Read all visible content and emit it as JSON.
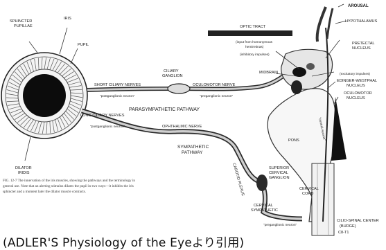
{
  "labels": {
    "sphincter_1": "SPHINCTER",
    "sphincter_2": "PUPILLAE",
    "iris": "IRIS",
    "pupil": "PUPIL",
    "dilator_1": "DILATOR",
    "dilator_2": "IRIDIS",
    "ciliary_1": "CILIARY",
    "ciliary_2": "GANGLION",
    "short_ciliary": "SHORT CILIARY NERVES",
    "oculomotor_nerve": "OCULOMOTOR NERVE",
    "postganglionic_1": "\"postganglionic neuron\"",
    "preganglionic_1": "\"preganglionic neuron\"",
    "parasympathetic": "PARASYMPATHETIC PATHWAY",
    "long_ciliary": "LONG CILIARY NERVES",
    "postganglionic_2": "\"postganglionic neuron\"",
    "ophthalmic": "OPHTHALMIC NERVE",
    "sympathetic_1": "SYMPATHETIC",
    "sympathetic_2": "PATHWAY",
    "carotid": "CAROTID PLEXUS",
    "superior_1": "SUPERIOR",
    "superior_2": "CERVICAL",
    "superior_3": "GANGLION",
    "cervical_sym_1": "CERVICAL",
    "cervical_sym_2": "SYMPATHETIC",
    "preganglionic_2": "\"preganglionic neuron\"",
    "cervical_cord_1": "CERVICAL",
    "cervical_cord_2": "CORD",
    "ciliospinal": "CILIO-SPINAL CENTER",
    "budge": "(BUDGE)",
    "c8t1": "C8-T1",
    "optic_tract": "OPTIC TRACT",
    "input_1": "(input from homonymous",
    "input_2": "hemiretinas)",
    "inhibitory": "(inhibitory impulses)",
    "excitatory": "(excitatory impulses)",
    "midbrain": "MIDBRAIN",
    "pons": "PONS",
    "arousal": "AROUSAL",
    "hypothalamus": "HYPOTHALAMUS",
    "pretectal_1": "PRETECTAL",
    "pretectal_2": "NUCLEUS",
    "edinger_1": "EDINGER-WESTPHAL",
    "edinger_2": "NUCLEUS",
    "ocn_1": "OCULOMOTOR",
    "ocn_2": "NUCLEUS",
    "central_neuron": "\"central neuron\""
  },
  "caption": {
    "line1": "FIG. 12-7  The innervation of the iris muscles, showing the pathways and the terminology in",
    "line2": "general use. Note that an alerting stimulus dilates the pupil in two ways—it inhibits the iris",
    "line3": "sphincter and a moment later the dilator muscle contracts."
  },
  "source": "(ADLER'S Physiology of the Eyeより引用)"
}
